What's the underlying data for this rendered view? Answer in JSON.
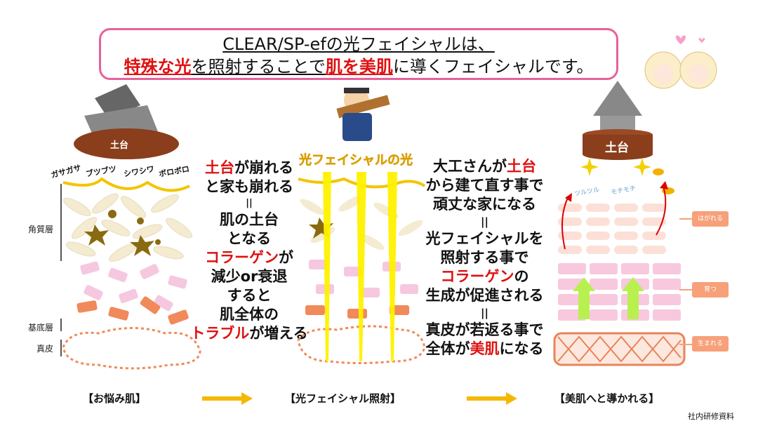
{
  "title": {
    "line1": "CLEAR/SP-efの光フェイシャルは、",
    "line2_a": "特殊な光",
    "line2_b": "を照射することで",
    "line2_c": "肌を美肌",
    "line2_d": "に導くフェイシャルです。"
  },
  "left": {
    "foundation_label": "土台",
    "skin_words": [
      "ガサガサ",
      "ブツブツ",
      "シワシワ",
      "ボロボロ"
    ],
    "layer_labels": [
      "角質層",
      "基底層",
      "真皮"
    ],
    "footer": "【お悩み肌】"
  },
  "middle": {
    "heading": "光フェイシャルの光",
    "lines": [
      {
        "red": "土台",
        "black": "が崩れる"
      },
      {
        "red": "",
        "black": "と家も崩れる"
      },
      {
        "red": "",
        "black": "||"
      },
      {
        "red": "",
        "black": "肌の土台"
      },
      {
        "red": "",
        "black": "となる"
      },
      {
        "red": "コラーゲン",
        "black": "が"
      },
      {
        "red": "",
        "black": "減少or衰退"
      },
      {
        "red": "",
        "black": "すると"
      },
      {
        "red": "",
        "black": "肌全体の"
      },
      {
        "red": "トラブル",
        "black": "が増える"
      }
    ],
    "footer": "【光フェイシャル照射】"
  },
  "right": {
    "lines": [
      {
        "black1": "大工さんが",
        "red": "土台",
        "black2": ""
      },
      {
        "black1": "から建て直す事で",
        "red": "",
        "black2": ""
      },
      {
        "black1": "頑丈な家になる",
        "red": "",
        "black2": ""
      },
      {
        "black1": "||",
        "red": "",
        "black2": ""
      },
      {
        "black1": "光フェイシャルを",
        "red": "",
        "black2": ""
      },
      {
        "black1": "照射する事で",
        "red": "",
        "black2": ""
      },
      {
        "black1": "",
        "red": "コラーゲン",
        "black2": "の"
      },
      {
        "black1": "生成が促進される",
        "red": "",
        "black2": ""
      },
      {
        "black1": "||",
        "red": "",
        "black2": ""
      },
      {
        "black1": "真皮が若返る事で",
        "red": "",
        "black2": ""
      },
      {
        "black1": "全体が",
        "red": "美肌",
        "black2": "になる"
      }
    ],
    "foundation_label": "土台",
    "skin_words": [
      "ツルツル",
      "モチモチ"
    ],
    "tags": [
      "はがれる",
      "育つ",
      "生まれる"
    ],
    "footer": "【美肌へと導かれる】"
  },
  "credit": "社内研修資料",
  "colors": {
    "pink_border": "#e6619a",
    "red_text": "#e01010",
    "arrow": "#f5b800",
    "tag": "#f7a07a"
  }
}
